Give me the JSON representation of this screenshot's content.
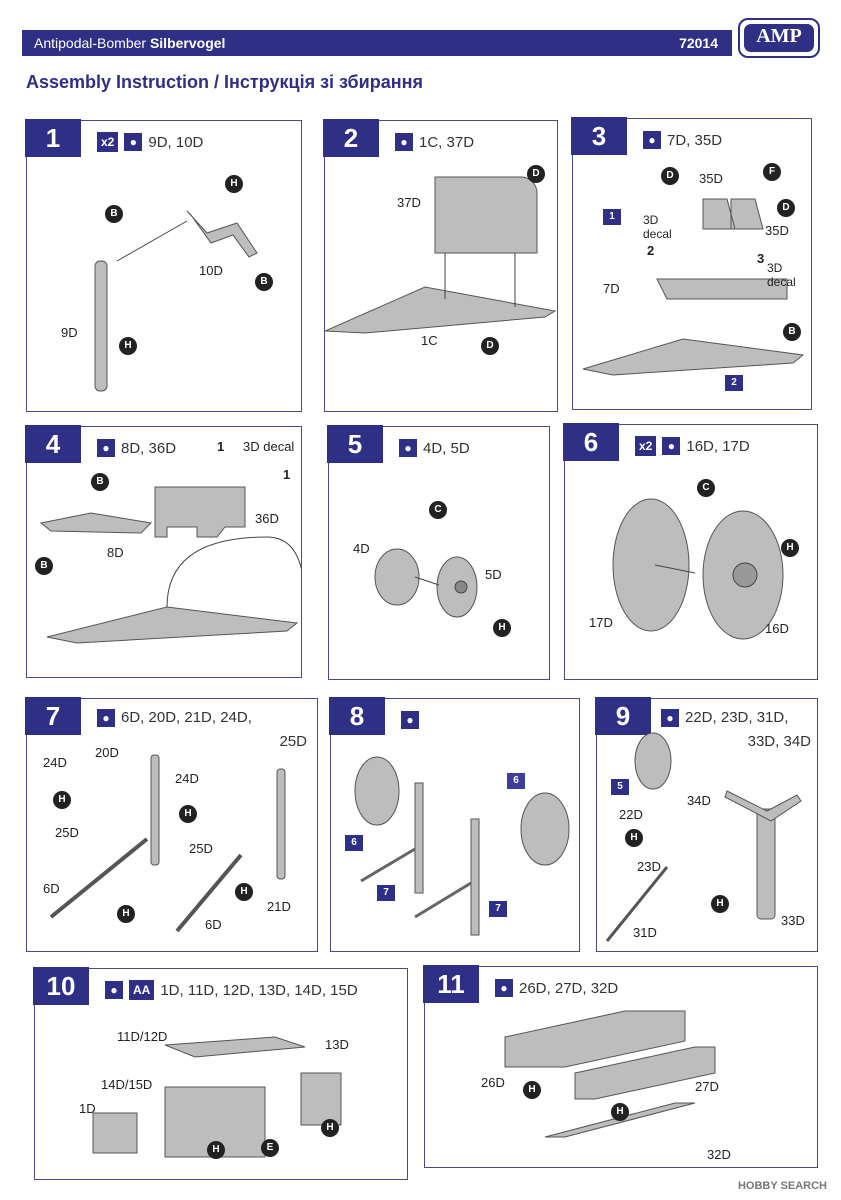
{
  "header": {
    "product_prefix": "Antipodal-Bomber ",
    "product_name": "Silbervogel",
    "code": "72014",
    "logo": "AMP"
  },
  "title": "Assembly Instruction / Інструкція зі збирання",
  "watermark": "HOBBY SEARCH",
  "steps": [
    {
      "num": "1",
      "multiplier": "x2",
      "parts": "9D, 10D"
    },
    {
      "num": "2",
      "parts": "1C, 37D"
    },
    {
      "num": "3",
      "parts": "7D, 35D"
    },
    {
      "num": "4",
      "parts": "8D, 36D"
    },
    {
      "num": "5",
      "parts": "4D, 5D"
    },
    {
      "num": "6",
      "multiplier": "x2",
      "parts": "16D, 17D"
    },
    {
      "num": "7",
      "parts": "6D, 20D, 21D, 24D,",
      "parts2": "25D"
    },
    {
      "num": "8",
      "parts": ""
    },
    {
      "num": "9",
      "parts": "22D, 23D, 31D,",
      "parts2": "33D, 34D"
    },
    {
      "num": "10",
      "parts": "1D, 11D, 12D, 13D, 14D, 15D",
      "extra_badge": "AA"
    },
    {
      "num": "11",
      "parts": "26D, 27D, 32D"
    }
  ],
  "labels": {
    "s1": [
      "B",
      "H",
      "10D",
      "B",
      "9D",
      "H"
    ],
    "s2": [
      "37D",
      "D",
      "1C",
      "D"
    ],
    "s3": [
      "D",
      "35D",
      "F",
      "D",
      "35D",
      "3D decal",
      "1",
      "2",
      "3",
      "3D decal",
      "7D",
      "B",
      "2"
    ],
    "s4": [
      "1",
      "3D decal",
      "B",
      "1",
      "36D",
      "8D",
      "B"
    ],
    "s5": [
      "C",
      "4D",
      "5D",
      "H"
    ],
    "s6": [
      "C",
      "H",
      "17D",
      "16D"
    ],
    "s7": [
      "24D",
      "20D",
      "H",
      "25D",
      "24D",
      "H",
      "25D",
      "6D",
      "H",
      "21D",
      "6D",
      "H"
    ],
    "s8": [
      "6",
      "6",
      "7",
      "7"
    ],
    "s9": [
      "5",
      "34D",
      "22D",
      "H",
      "23D",
      "H",
      "31D",
      "33D"
    ],
    "s10": [
      "11D/12D",
      "13D",
      "14D/15D",
      "1D",
      "H",
      "E",
      "H"
    ],
    "s11": [
      "26D",
      "H",
      "27D",
      "H",
      "32D"
    ]
  },
  "icons": [
    "paint-drop-icon",
    "glue-icon"
  ]
}
